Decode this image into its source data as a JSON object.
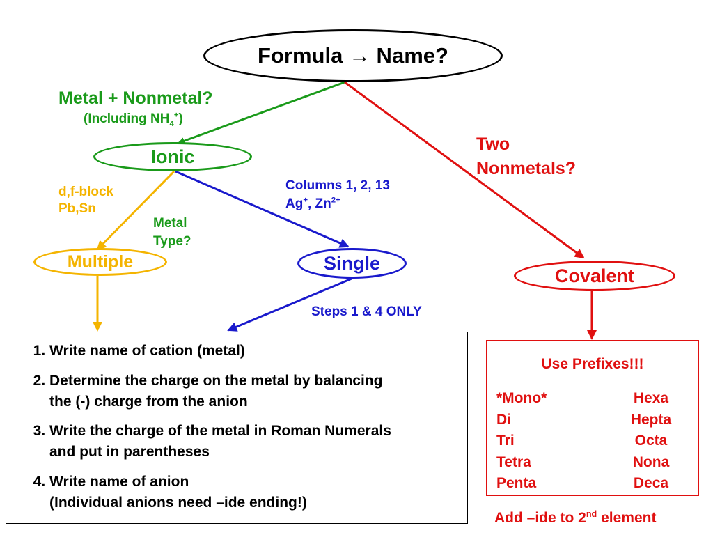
{
  "nodes": {
    "formula_name": "Formula → Name?",
    "ionic": "Ionic",
    "multiple": "Multiple",
    "single": "Single",
    "covalent": "Covalent"
  },
  "labels": {
    "metal_nonmetal": "Metal + Nonmetal?",
    "including_prefix": "(Including NH",
    "including_sub": "4",
    "including_sup": "+",
    "including_suffix": ")",
    "two_nonmetals_line1": "Two",
    "two_nonmetals_line2": "Nonmetals?",
    "df_block_line1": "d,f-block",
    "df_block_line2": "Pb,Sn",
    "metal_type_line1": "Metal",
    "metal_type_line2": "Type?",
    "columns": "Columns 1, 2, 13",
    "ag": "Ag",
    "ag_sup": "+",
    "zn_sep": ", Zn",
    "zn_sup": "2+",
    "steps_only": "Steps 1 & 4 ONLY"
  },
  "steps": [
    {
      "line1": "Write name of cation (metal)",
      "line2": ""
    },
    {
      "line1": "Determine the charge on the metal by balancing",
      "line2": "the (-) charge from the anion"
    },
    {
      "line1": "Write the charge of the metal in Roman Numerals",
      "line2": "and put in parentheses"
    },
    {
      "line1": "Write name of anion",
      "line2": "(Individual anions need –ide ending!)"
    }
  ],
  "prefixes": {
    "title": "Use Prefixes!!!",
    "left": [
      "*Mono*",
      "Di",
      "Tri",
      "Tetra",
      "Penta"
    ],
    "right": [
      "Hexa",
      "Hepta",
      "Octa",
      "Nona",
      "Deca"
    ]
  },
  "footer": {
    "prefix": "Add –ide to 2",
    "sup": "nd",
    "suffix": " element"
  },
  "colors": {
    "green": "#1a9a1a",
    "red": "#e01010",
    "blue": "#1a1acc",
    "orange": "#f4b400",
    "black": "#000000"
  }
}
